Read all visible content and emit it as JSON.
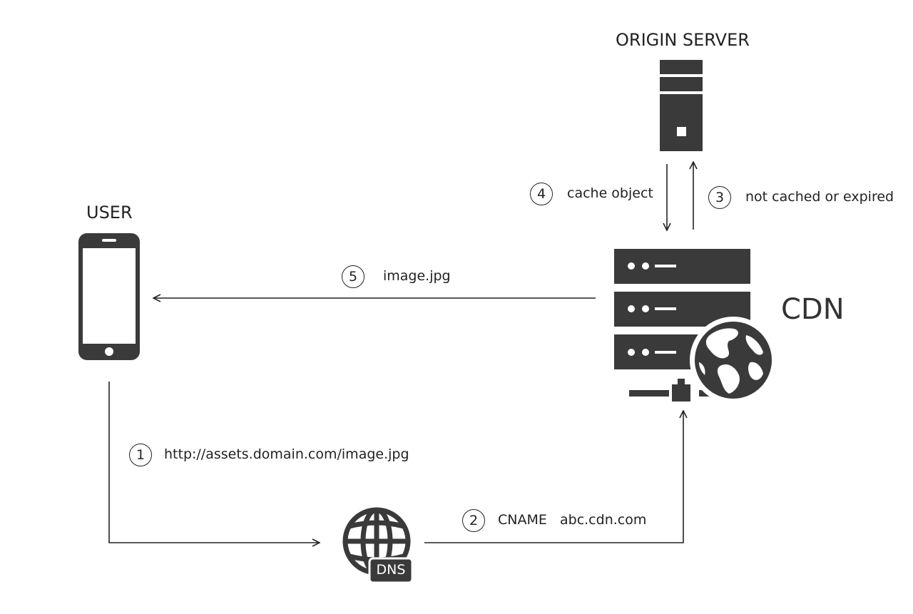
{
  "nodes": {
    "origin_server": "ORIGIN SERVER",
    "user": "USER",
    "cdn": "CDN",
    "dns": "DNS"
  },
  "steps": [
    {
      "number": "1",
      "label": "http://assets.domain.com/image.jpg"
    },
    {
      "number": "2",
      "label": "CNAME   abc.cdn.com"
    },
    {
      "number": "3",
      "label": "not cached or expired"
    },
    {
      "number": "4",
      "label": "cache object"
    },
    {
      "number": "5",
      "label": "image.jpg"
    }
  ],
  "colors": {
    "icon": "#3a3a3a",
    "line": "#222222",
    "background": "#ffffff"
  }
}
